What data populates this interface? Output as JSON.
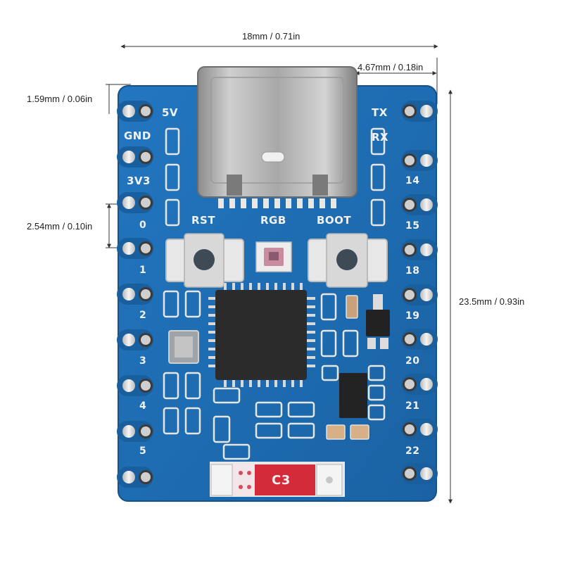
{
  "dimensions": {
    "width": "18mm / 0.71in",
    "connector_offset": "4.67mm / 0.18in",
    "edge_margin": "1.59mm / 0.06in",
    "pin_pitch": "2.54mm / 0.10in",
    "height": "23.5mm / 0.93in"
  },
  "board": {
    "pcb_color": "#1f6fb5",
    "chip_label": "C3",
    "buttons": {
      "reset": "RST",
      "led": "RGB",
      "boot": "BOOT"
    },
    "top_labels": {
      "power": "5V",
      "tx": "TX",
      "rx": "RX"
    },
    "left_pins": [
      "GND",
      "3V3",
      "0",
      "1",
      "2",
      "3",
      "4",
      "5"
    ],
    "right_pins": [
      "14",
      "15",
      "18",
      "19",
      "20",
      "21",
      "22"
    ]
  }
}
